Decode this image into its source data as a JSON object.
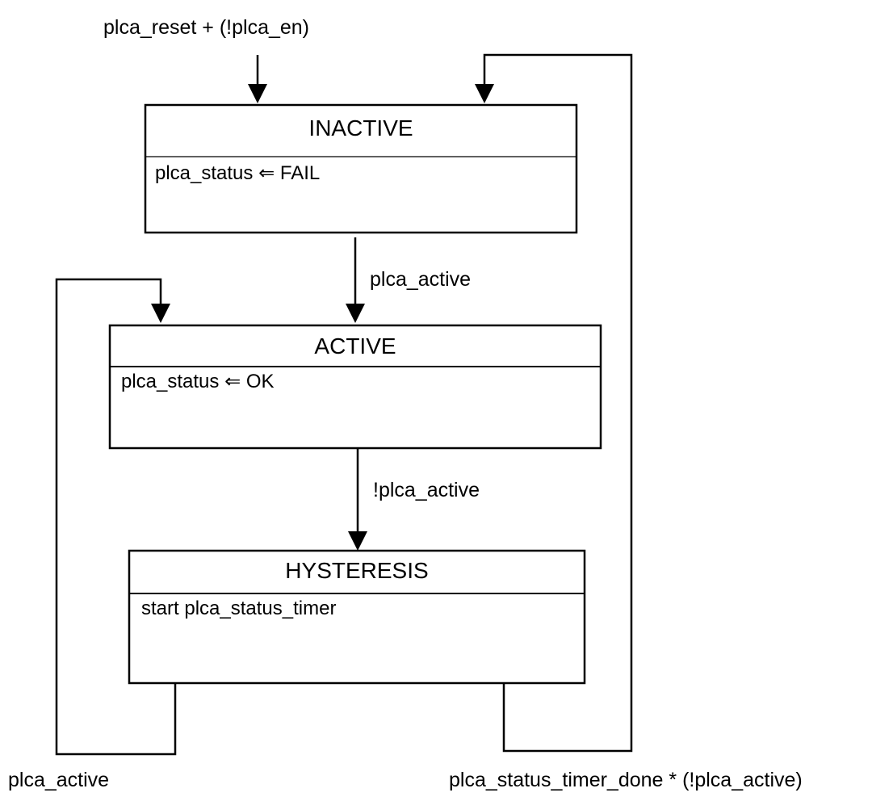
{
  "states": [
    {
      "id": "inactive",
      "title": "INACTIVE",
      "action": "plca_status ⇐ FAIL"
    },
    {
      "id": "active",
      "title": "ACTIVE",
      "action": "plca_status ⇐ OK"
    },
    {
      "id": "hysteresis",
      "title": "HYSTERESIS",
      "action": "start plca_status_timer"
    }
  ],
  "transitions": [
    {
      "from": "",
      "to": "inactive",
      "condition": "plca_reset + (!plca_en)"
    },
    {
      "from": "inactive",
      "to": "active",
      "condition": "plca_active"
    },
    {
      "from": "active",
      "to": "hysteresis",
      "condition": "!plca_active"
    },
    {
      "from": "hysteresis",
      "to": "active",
      "condition": "plca_active"
    },
    {
      "from": "hysteresis",
      "to": "inactive",
      "condition": "plca_status_timer_done * (!plca_active)"
    }
  ]
}
